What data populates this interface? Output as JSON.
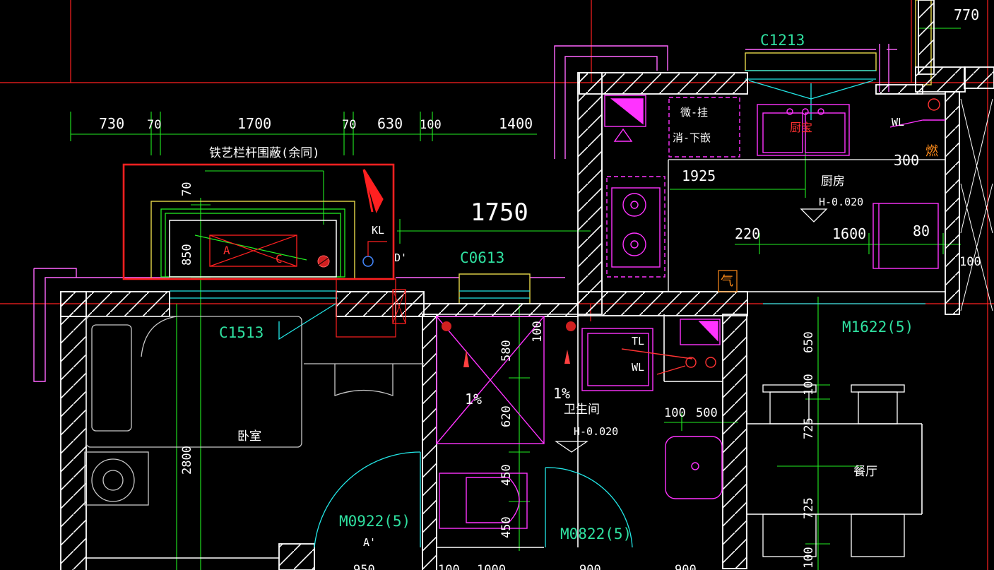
{
  "labels": {
    "railing_note": "铁艺栏杆围蔽(余同)",
    "kl": "KL",
    "d_prime": "D'",
    "a_prime": "A'",
    "a": "A",
    "c": "C",
    "w_c1213": "C1213",
    "w_c0613": "C0613",
    "w_c1513": "C1513",
    "d_m1622": "M1622(5)",
    "d_m0922": "M0922(5)",
    "d_m0822": "M0822(5)",
    "kitchen": "厨房",
    "kitchen_level": "H-0.020",
    "bath": "卫生间",
    "bath_level": "H-0.020",
    "bedroom": "卧室",
    "dining": "餐厅",
    "micro": "微-挂",
    "disinfect": "消-下嵌",
    "wl_kitchen": "WL",
    "wl_bath": "WL",
    "tl_bath": "TL",
    "slope1": "1%",
    "slope2": "1%",
    "gas_meter": "燃",
    "gas": "气",
    "sink_label": "厨宝"
  },
  "dimensions": {
    "d730": "730",
    "d70a": "70",
    "d1700": "1700",
    "d70b": "70",
    "d630": "630",
    "d100a": "100",
    "d1400": "1400",
    "d770": "770",
    "d1750": "1750",
    "d70v": "70",
    "d850": "850",
    "d1925": "1925",
    "d300": "300",
    "d220": "220",
    "d1600": "1600",
    "d80": "80",
    "d100b": "100",
    "d650": "650",
    "d100c": "100",
    "d725a": "725",
    "d725b": "725",
    "d100d": "100",
    "d580": "580",
    "d100e": "100",
    "d620": "620",
    "d450a": "450",
    "d450b": "450",
    "d100f": "100",
    "d500": "500",
    "d2800": "2800",
    "d950": "950",
    "d100g": "100",
    "d1000": "1000",
    "d900a": "900",
    "d900b": "900"
  },
  "colors": {
    "background": "#000000",
    "wall": "#ffffff",
    "axis": "#ff2020",
    "dimension": "#22ee22",
    "fixture": "#ff33ff",
    "window": "#22e6e6",
    "highlight": "#ff2020"
  }
}
